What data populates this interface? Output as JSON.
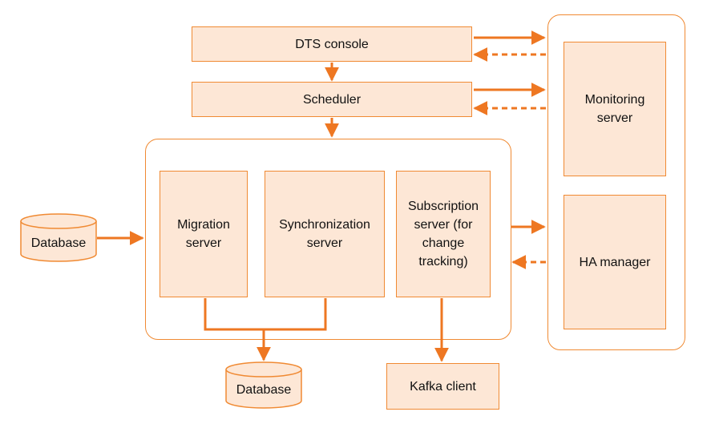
{
  "colors": {
    "accent": "#f08a33",
    "fill": "#fde7d6",
    "arrow": "#ee7722"
  },
  "nodes": {
    "dts_console": "DTS console",
    "scheduler": "Scheduler",
    "migration_server": "Migration\nserver",
    "synchronization_server": "Synchronization\nserver",
    "subscription_server": "Subscription\nserver (for\nchange\ntracking)",
    "monitoring_server": "Monitoring\nserver",
    "ha_manager": "HA manager",
    "kafka_client": "Kafka client",
    "database_source": "Database",
    "database_target": "Database"
  }
}
